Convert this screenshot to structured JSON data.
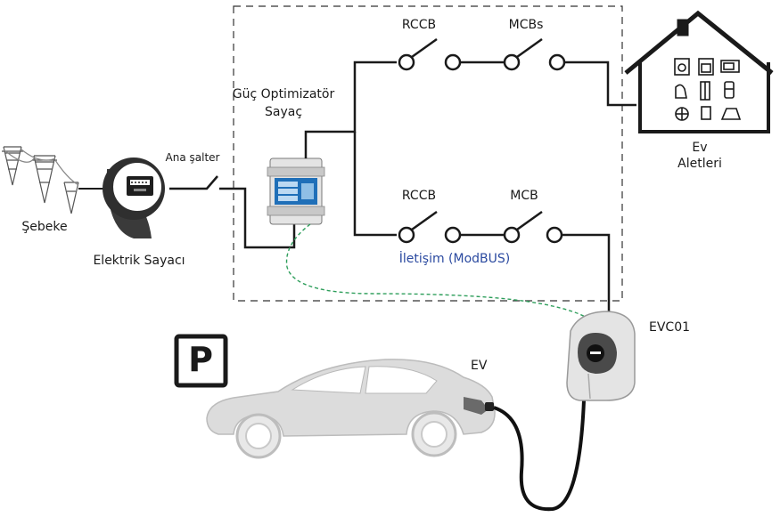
{
  "labels": {
    "grid": "Şebeke",
    "electric_meter": "Elektrik Sayacı",
    "main_switch": "Ana şalter",
    "power_optimizer_line1": "Güç Optimizatör",
    "power_optimizer_line2": "Sayaç",
    "rccb_top": "RCCB",
    "mcbs_top": "MCBs",
    "appliances_line1": "Ev",
    "appliances_line2": "Aletleri",
    "rccb_bottom": "RCCB",
    "mcb_bottom": "MCB",
    "communication": "İletişim (ModBUS)",
    "charger": "EVC01",
    "ev": "EV",
    "parking": "P"
  },
  "colors": {
    "wire": "#1a1a1a",
    "modbus_link": "#2e9e5b",
    "communication_text": "#2b4aa0",
    "car_fill": "#dcdcdc"
  }
}
